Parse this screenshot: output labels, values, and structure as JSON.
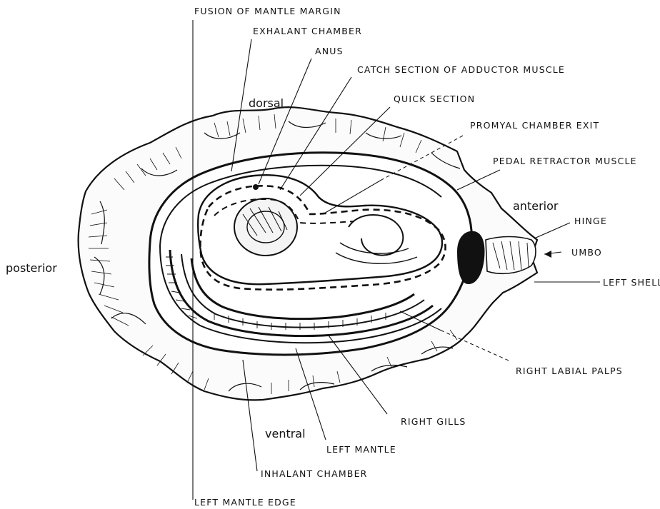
{
  "labels": {
    "fusion_of_mantle_margin": "FUSION OF MANTLE MARGIN",
    "exhalant_chamber": "EXHALANT CHAMBER",
    "anus": "ANUS",
    "catch_section": "CATCH SECTION OF ADDUCTOR MUSCLE",
    "quick_section": "QUICK SECTION",
    "promyal_chamber_exit": "PROMYAL CHAMBER EXIT",
    "pedal_retractor_muscle": "PEDAL RETRACTOR MUSCLE",
    "hinge": "HINGE",
    "umbo": "UMBO",
    "left_shell": "LEFT SHELL",
    "right_labial_palps": "RIGHT LABIAL PALPS",
    "right_gills": "RIGHT GILLS",
    "left_mantle": "LEFT MANTLE",
    "inhalant_chamber": "INHALANT CHAMBER",
    "left_mantle_edge": "LEFT MANTLE EDGE"
  },
  "orientation": {
    "dorsal": "dorsal",
    "anterior": "anterior",
    "posterior": "posterior",
    "ventral": "ventral"
  }
}
